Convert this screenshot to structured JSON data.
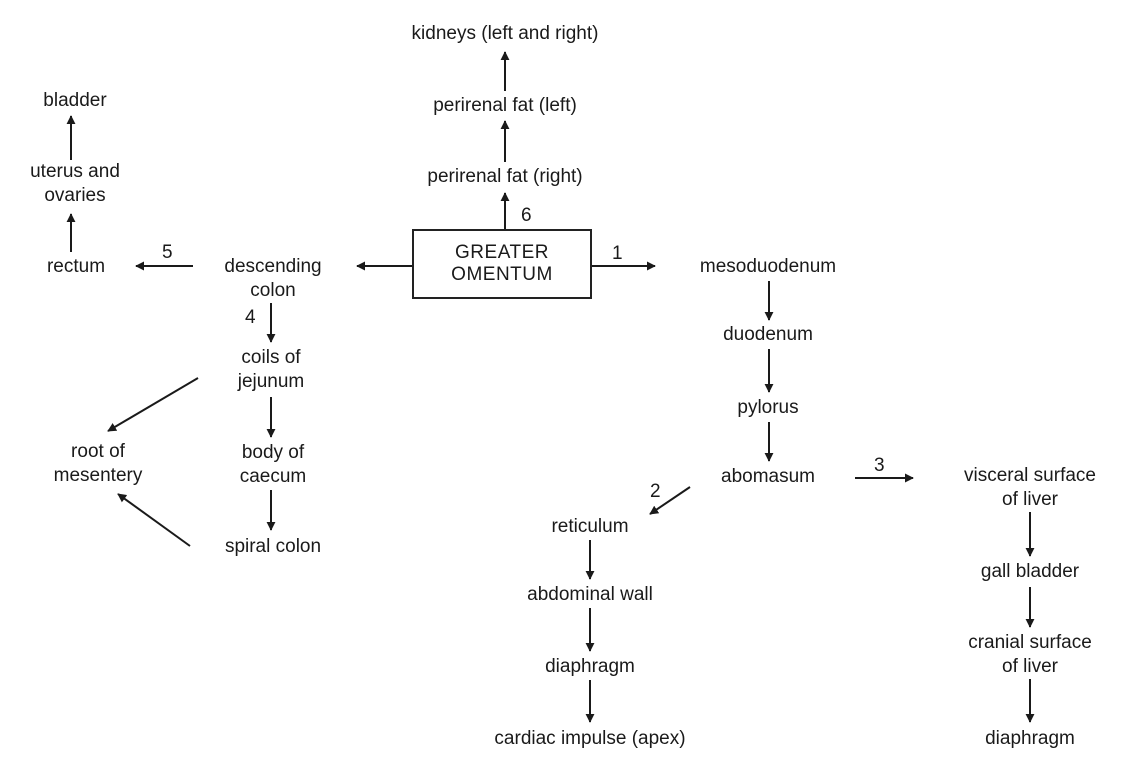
{
  "center": {
    "line1": "GREATER",
    "line2": "OMENTUM"
  },
  "nodes": {
    "kidneys": [
      "kidneys (left and right)"
    ],
    "perirenal_left": [
      "perirenal fat (left)"
    ],
    "perirenal_right": [
      "perirenal fat (right)"
    ],
    "bladder": [
      "bladder"
    ],
    "uterus": [
      "uterus and",
      "ovaries"
    ],
    "rectum": [
      "rectum"
    ],
    "descending_colon": [
      "descending",
      "colon"
    ],
    "coils_jejunum": [
      "coils of",
      "jejunum"
    ],
    "root_mesentery": [
      "root of",
      "mesentery"
    ],
    "body_caecum": [
      "body of",
      "caecum"
    ],
    "spiral_colon": [
      "spiral colon"
    ],
    "mesoduodenum": [
      "mesoduodenum"
    ],
    "duodenum": [
      "duodenum"
    ],
    "pylorus": [
      "pylorus"
    ],
    "abomasum": [
      "abomasum"
    ],
    "reticulum": [
      "reticulum"
    ],
    "abdominal_wall": [
      "abdominal wall"
    ],
    "diaphragm_mid": [
      "diaphragm"
    ],
    "cardiac_impulse": [
      "cardiac impulse (apex)"
    ],
    "visceral_liver": [
      "visceral surface",
      "of liver"
    ],
    "gall_bladder": [
      "gall bladder"
    ],
    "cranial_liver": [
      "cranial surface",
      "of liver"
    ],
    "diaphragm_right": [
      "diaphragm"
    ]
  },
  "route_numbers": {
    "r1": "1",
    "r2": "2",
    "r3": "3",
    "r4": "4",
    "r5": "5",
    "r6": "6"
  },
  "colors": {
    "ink": "#1a1a1a"
  }
}
